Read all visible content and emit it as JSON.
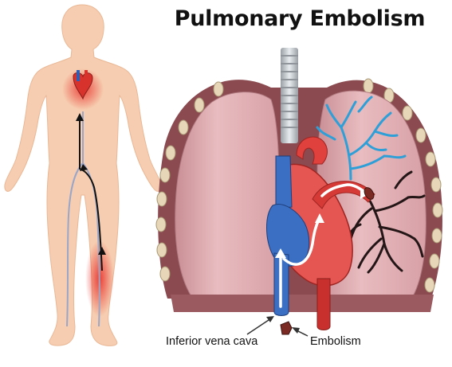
{
  "title": "Pulmonary Embolism",
  "labels": {
    "ivc": "Inferior vena cava",
    "embolism": "Embolism"
  },
  "colors": {
    "skin": "#f6cdb0",
    "lung": "#d9a4a8",
    "lung_dark": "#b57e86",
    "rib": "#8a4a4f",
    "artery": "#e0413d",
    "vein": "#3a6fc4",
    "clot_glow": "#e8302a",
    "blocked_vessels": "#2a1a1a",
    "open_vessels": "#2f9fd8"
  }
}
